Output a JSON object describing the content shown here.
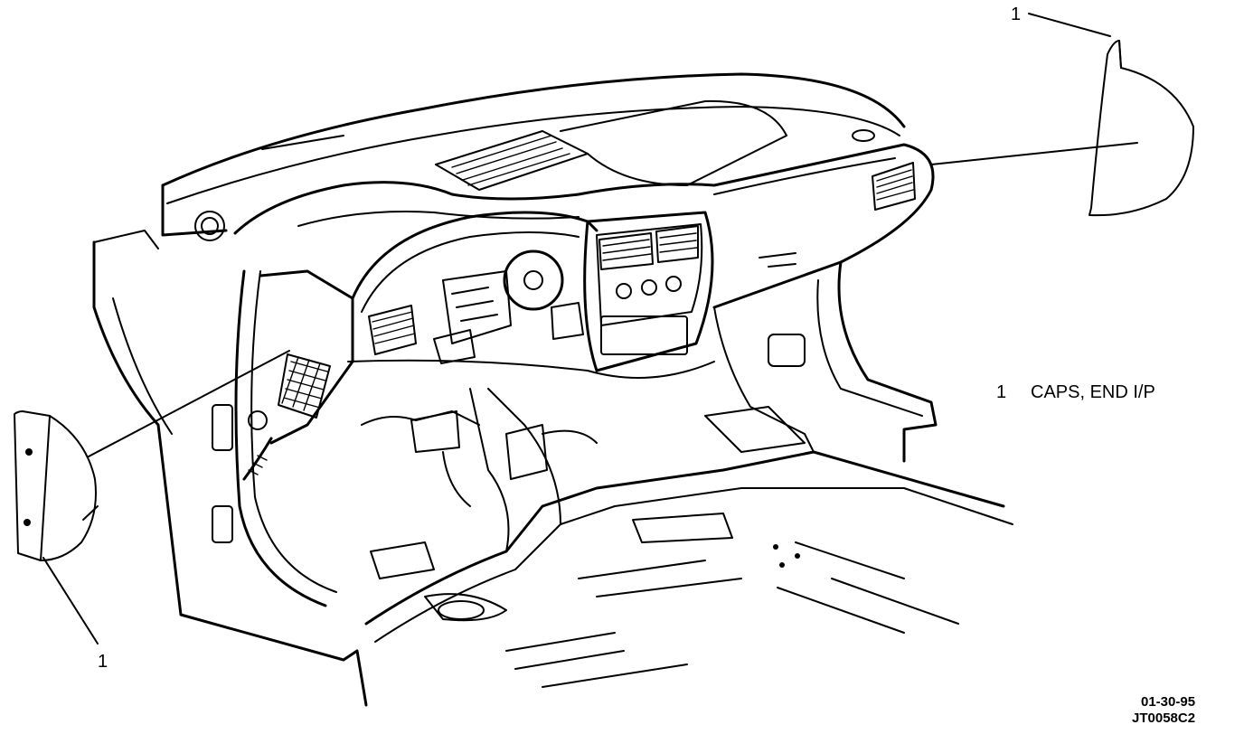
{
  "callouts": {
    "top_right": "1",
    "bottom_left": "1"
  },
  "legend": {
    "number": "1",
    "text": "CAPS, END I/P"
  },
  "footer": {
    "date": "01-30-95",
    "code": "JT0058C2"
  }
}
